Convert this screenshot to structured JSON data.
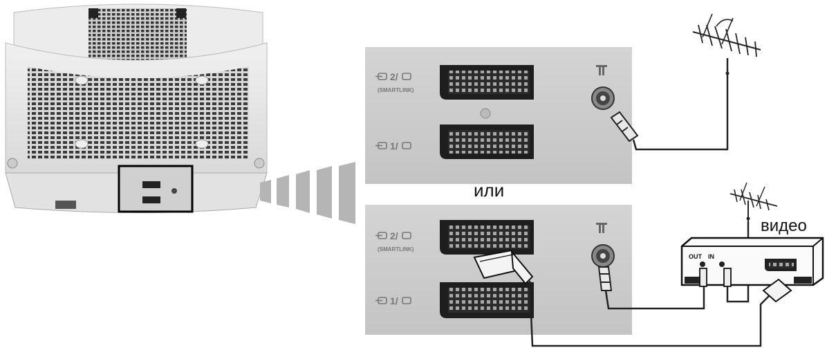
{
  "labels": {
    "or_text": "или",
    "video_text": "видео"
  },
  "top_panel": {
    "port2": "2/",
    "port2_sub": "(SMARTLINK)",
    "port1": "1/"
  },
  "bottom_panel": {
    "port2": "2/",
    "port2_sub": "(SMARTLINK)",
    "port1": "1/"
  },
  "vcr": {
    "out_label": "OUT",
    "in_label": "IN"
  },
  "colors": {
    "panel_gray": "#cfcfcf",
    "tv_white": "#e6e6e6",
    "outline": "#1a1a1a",
    "cable": "#222222"
  },
  "icons": {
    "antenna_symbol": "antenna-port-icon",
    "scart_in_out": "scart-io-icon",
    "roof_antenna": "roof-antenna-icon"
  }
}
